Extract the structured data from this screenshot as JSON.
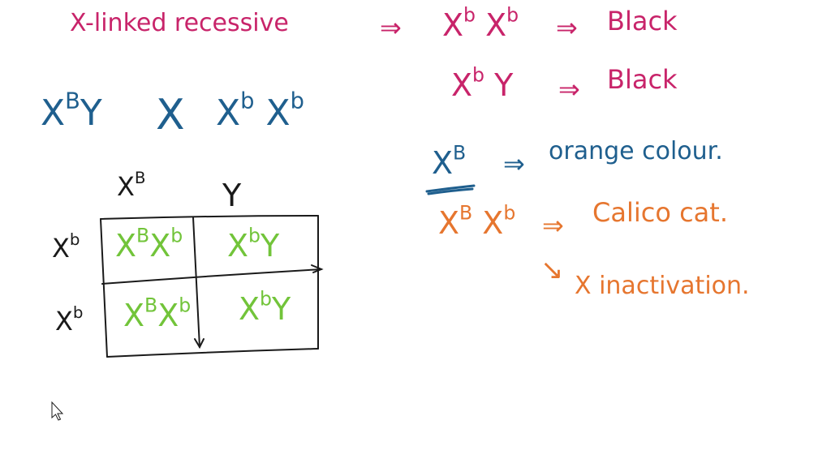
{
  "colors": {
    "magenta": "#c8246a",
    "blue": "#1f5f8e",
    "black": "#1a1a1a",
    "green": "#72c43a",
    "orange": "#e6762f",
    "underline": "#1f5f8e"
  },
  "arrow_symbol": "⇒",
  "line1": {
    "label": "X-linked recessive",
    "genotype_base": "X",
    "genotype_sup": "b",
    "genotype_base2": "X",
    "genotype_sup2": "b",
    "result": "Black"
  },
  "line2": {
    "genotype_base": "X",
    "genotype_sup": "b",
    "genotype_tail": "Y",
    "result": "Black"
  },
  "cross": {
    "male_base": "X",
    "male_sup": "B",
    "male_tail": "Y",
    "times": "X",
    "female_base": "X",
    "female_sup": "b",
    "female_base2": "X",
    "female_sup2": "b"
  },
  "punnett": {
    "col_headers": [
      {
        "base": "X",
        "sup": "B"
      },
      {
        "base": "Y",
        "sup": ""
      }
    ],
    "row_headers": [
      {
        "base": "X",
        "sup": "b"
      },
      {
        "base": "X",
        "sup": "b"
      }
    ],
    "cells": {
      "r1c1": {
        "a": "X",
        "as": "B",
        "b": "X",
        "bs": "b"
      },
      "r1c2": {
        "a": "X",
        "as": "b",
        "tail": "Y"
      },
      "r2c1": {
        "a": "X",
        "as": "B",
        "b": "X",
        "bs": "b"
      },
      "r2c2": {
        "a": "X",
        "as": "b",
        "tail": "Y"
      }
    }
  },
  "orange_line": {
    "base": "X",
    "sup": "B",
    "result": "orange colour."
  },
  "calico_line": {
    "base": "X",
    "sup": "B",
    "base2": "X",
    "sup2": "b",
    "result": "Calico cat."
  },
  "inactivation": {
    "arrow": "↘",
    "text": "X inactivation."
  }
}
